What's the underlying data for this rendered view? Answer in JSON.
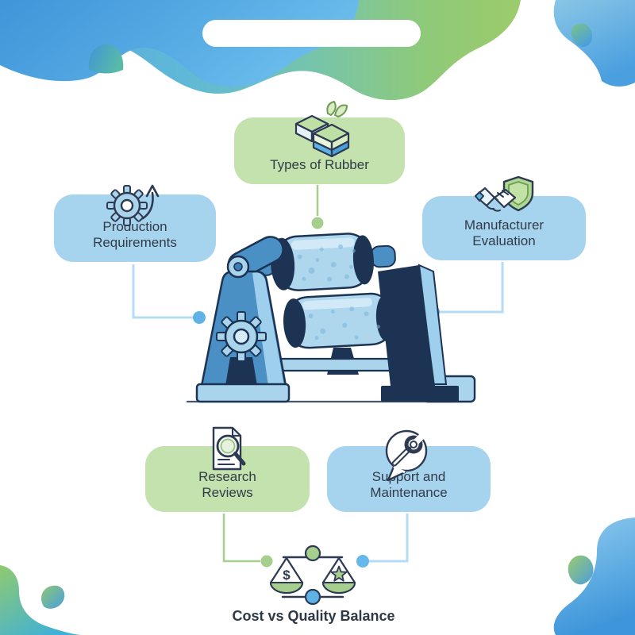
{
  "header": {
    "title_placeholder": ""
  },
  "cards": [
    {
      "id": "types-of-rubber",
      "label": "Types of Rubber",
      "color": "green",
      "icon": "rubber-stack-leaves-icon"
    },
    {
      "id": "production-requirements",
      "label": "Production Requirements",
      "color": "blue",
      "icon": "gear-up-arrow-icon"
    },
    {
      "id": "manufacturer-evaluation",
      "label": "Manufacturer Evaluation",
      "color": "blue",
      "icon": "handshake-shield-icon"
    },
    {
      "id": "research-reviews",
      "label": "Research Reviews",
      "color": "green",
      "icon": "document-magnifier-icon"
    },
    {
      "id": "support-maintenance",
      "label": "Support and Maintenance",
      "color": "blue",
      "icon": "wrench-speech-bubble-icon"
    }
  ],
  "center": {
    "illustration": "rubber-mixing-mill-illustration"
  },
  "footer": {
    "label": "Cost vs Quality Balance",
    "scale": {
      "left_pan_symbol": "$",
      "right_pan_symbol": "star"
    }
  },
  "colors": {
    "card_green": "#c4e2ad",
    "card_blue": "#a6d4ee",
    "accent_green": "#a6cf8e",
    "accent_blue_dot": "#5fb2e6",
    "connector_blue_line": "#b5dcf4",
    "outline_dark": "#2d3a52",
    "machine_blue": "#4a90c4",
    "machine_light_blue": "#a9d4ec",
    "machine_navy": "#1d3354",
    "text_dark": "#323b48"
  }
}
